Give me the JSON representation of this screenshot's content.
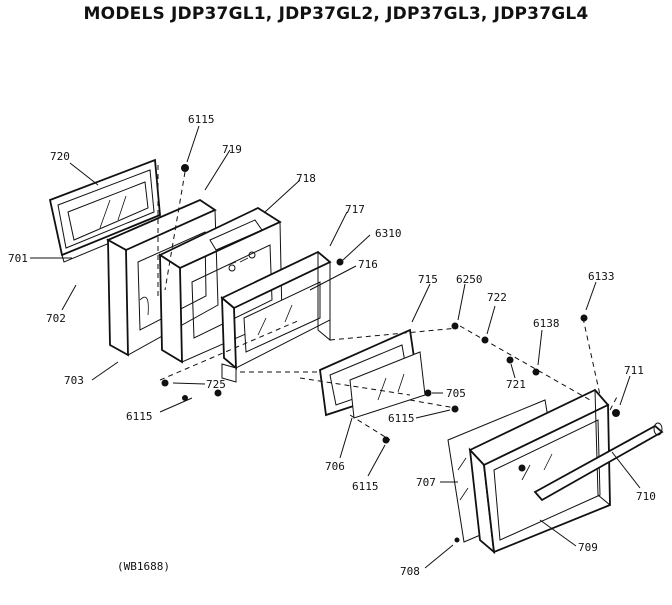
{
  "title": "MODELS JDP37GL1, JDP37GL2, JDP37GL3, JDP37GL4",
  "figure_code": "(WB1688)",
  "callouts": {
    "c6115a": "6115",
    "c720": "720",
    "c719": "719",
    "c718": "718",
    "c717": "717",
    "c6310": "6310",
    "c716": "716",
    "c701": "701",
    "c702": "702",
    "c703": "703",
    "c725": "725",
    "c6115b": "6115",
    "c715": "715",
    "c6250": "6250",
    "c722": "722",
    "c6133": "6133",
    "c6138": "6138",
    "c721": "721",
    "c711": "711",
    "c705": "705",
    "c6115c": "6115",
    "c706": "706",
    "c6115d": "6115",
    "c707": "707",
    "c710": "710",
    "c709": "709",
    "c708": "708"
  }
}
